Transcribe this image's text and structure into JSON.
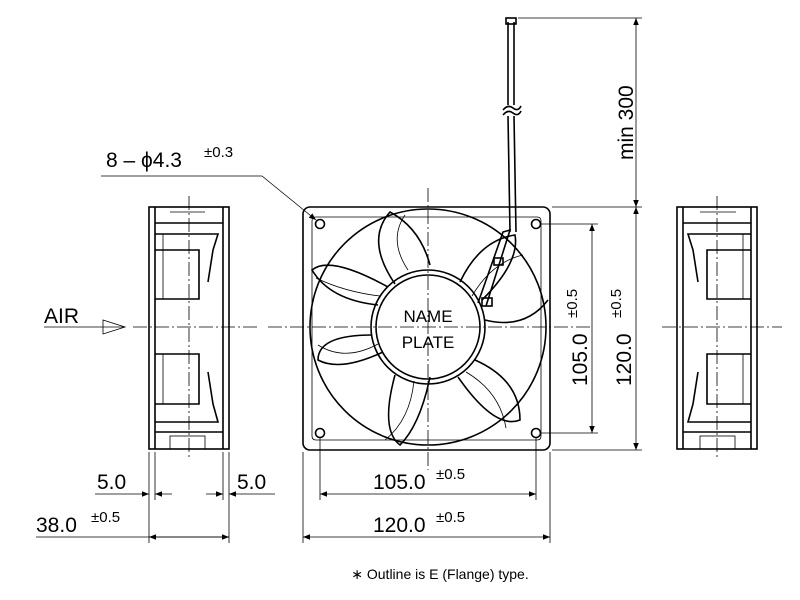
{
  "hole_callout": {
    "text": "8 – ϕ4.3",
    "tol": "±0.3"
  },
  "air_label": "AIR",
  "lead_length": "min 300",
  "name_plate": {
    "line1": "NAME",
    "line2": "PLATE"
  },
  "dims": {
    "hole_pitch_v": {
      "value": "105.0",
      "tol": "±0.5"
    },
    "outer_v": {
      "value": "120.0",
      "tol": "±0.5"
    },
    "hole_pitch_h": {
      "value": "105.0",
      "tol": "±0.5"
    },
    "outer_h": {
      "value": "120.0",
      "tol": "±0.5"
    },
    "flange_left": "5.0",
    "flange_right": "5.0",
    "thickness": {
      "value": "38.0",
      "tol": "±0.5"
    }
  },
  "footnote": "∗ Outline is E (Flange) type."
}
